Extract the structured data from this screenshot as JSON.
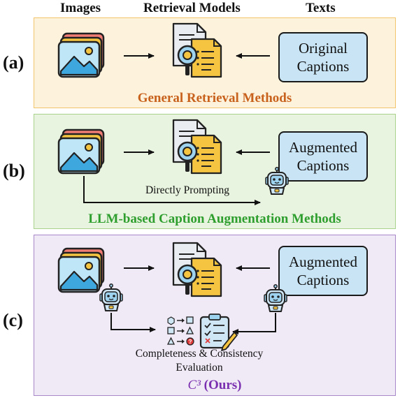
{
  "headers": {
    "images": "Images",
    "models": "Retrieval Models",
    "texts": "Texts"
  },
  "rows": {
    "a": {
      "label": "(a)",
      "caption": "Original\nCaptions",
      "title": "General Retrieval Methods"
    },
    "b": {
      "label": "(b)",
      "caption": "Augmented\nCaptions",
      "note": "Directly Prompting",
      "title": "LLM-based Caption Augmentation Methods"
    },
    "c": {
      "label": "(c)",
      "caption": "Augmented\nCaptions",
      "eval_line1": "Completeness & Consistency",
      "eval_line2": "Evaluation",
      "title_sym": "C³",
      "title_rest": " (Ours)"
    }
  },
  "colors": {
    "panel_a_bg": "#fdf3dc",
    "panel_a_border": "#f2c46b",
    "title_a": "#c8611c",
    "panel_b_bg": "#e8f4df",
    "panel_b_border": "#a9d38d",
    "title_b": "#2e9e2e",
    "panel_c_bg": "#f0e9f6",
    "panel_c_border": "#a988c9",
    "title_c": "#7a2fb0",
    "caption_bg": "#c9e5f5"
  },
  "icons": [
    "images-stack-icon",
    "document-search-icon",
    "robot-icon",
    "checklist-icon",
    "shapes-mapping-icon"
  ]
}
